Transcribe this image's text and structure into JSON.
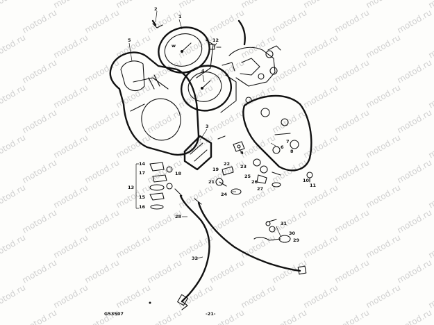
{
  "watermark": {
    "text": "motod.ru"
  },
  "callouts": {
    "c1": "1",
    "c2": "2",
    "c3": "3",
    "c4": "4",
    "c5": "5",
    "c6": "6",
    "c7": "7",
    "c8": "8",
    "c9": "9",
    "c10": "10",
    "c11": "11",
    "c12": "12",
    "c13": "13",
    "c14": "14",
    "c15": "15",
    "c16": "16",
    "c17": "17",
    "c18": "18",
    "c19": "19",
    "c21": "21",
    "c22": "22",
    "c23": "23",
    "c24": "24",
    "c25": "25",
    "c26": "26",
    "c27": "27",
    "c28": "28",
    "c29": "29",
    "c30": "30",
    "c31": "31",
    "c32": "32"
  },
  "footer": {
    "figure_code": "G53507",
    "page_number": "-21-"
  }
}
